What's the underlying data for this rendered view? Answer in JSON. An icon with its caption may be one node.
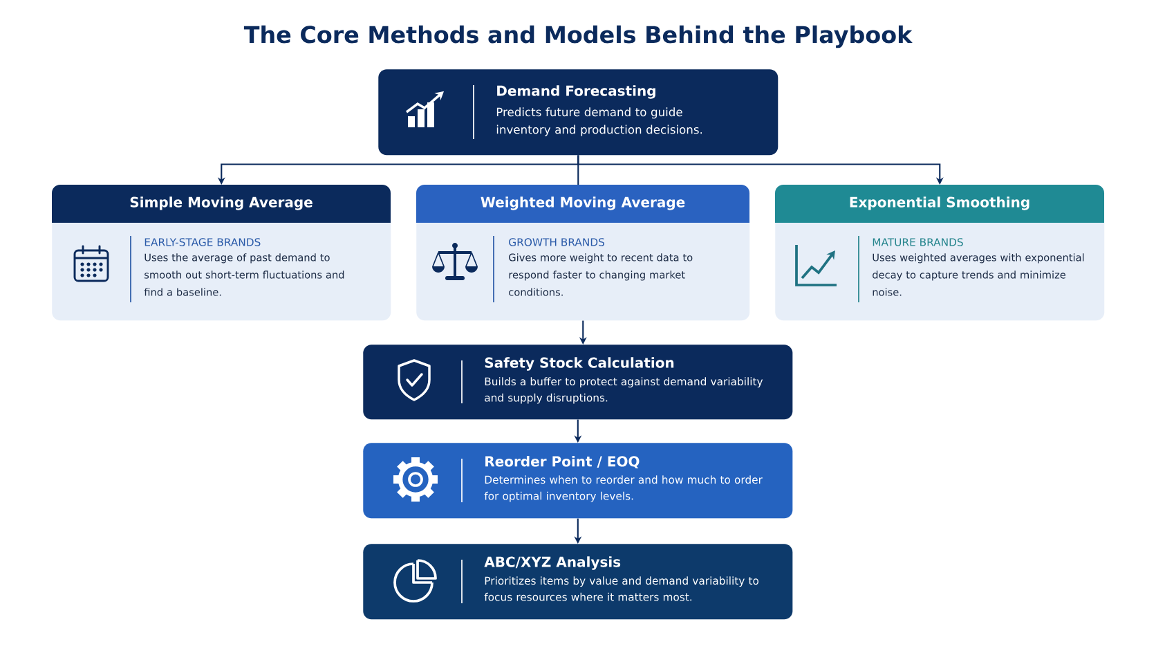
{
  "diagram": {
    "title": "The Core Methods and Models Behind the Playbook",
    "nodes": [
      {
        "text": [
          "Demand Forecasting",
          "Predicts future demand to guide inventory and production decisions."
        ]
      },
      {
        "text": [
          "Simple Moving Average",
          "EARLY-STAGE BRANDS",
          "Uses the average of past demand to smooth out short-term fluctuations and find a baseline."
        ]
      },
      {
        "text": [
          "Weighted Moving Average",
          "GROWTH BRANDS",
          "Gives more weight to recent data to respond faster to changing market conditions."
        ]
      },
      {
        "text": [
          "Exponential Smoothing",
          "MATURE BRANDS",
          "Uses weighted averages with exponential decay to capture trends and minimize noise."
        ]
      },
      {
        "text": [
          "Safety Stock Calculation",
          "Builds a buffer to protect against demand variability and supply disruptions."
        ]
      },
      {
        "text": [
          "Reorder Point / EOQ",
          "Determines when to reorder and how much to order for optimal inventory levels."
        ]
      },
      {
        "text": [
          "ABC/XYZ Analysis",
          "Prioritizes items by value and demand variability to focus resources where it matters most."
        ]
      }
    ],
    "edges": [
      {
        "from": 0,
        "to": 1,
        "arrow": "to"
      },
      {
        "from": 0,
        "to": 2,
        "arrow": "none"
      },
      {
        "from": 0,
        "to": 3,
        "arrow": "to"
      },
      {
        "from": 2,
        "to": 4,
        "arrow": "to"
      },
      {
        "from": 4,
        "to": 5,
        "arrow": "to"
      },
      {
        "from": 5,
        "to": 6,
        "arrow": "to"
      }
    ]
  }
}
